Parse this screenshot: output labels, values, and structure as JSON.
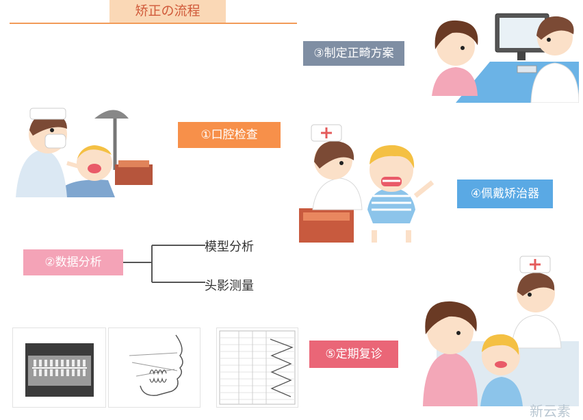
{
  "title": "矫正の流程",
  "steps": {
    "s1": "①口腔检查",
    "s2": "②数据分析",
    "s3": "③制定正畸方案",
    "s4": "④佩戴矫治器",
    "s5": "⑤定期复诊"
  },
  "branches": [
    "模型分析",
    "头影测量"
  ],
  "colors": {
    "title_bg": "#fad8b6",
    "s1": "#f7904a",
    "s2": "#f4a3b7",
    "s3": "#7f8ea3",
    "s4": "#5aa9e4",
    "s5": "#ea6677"
  },
  "watermark": "新云素"
}
